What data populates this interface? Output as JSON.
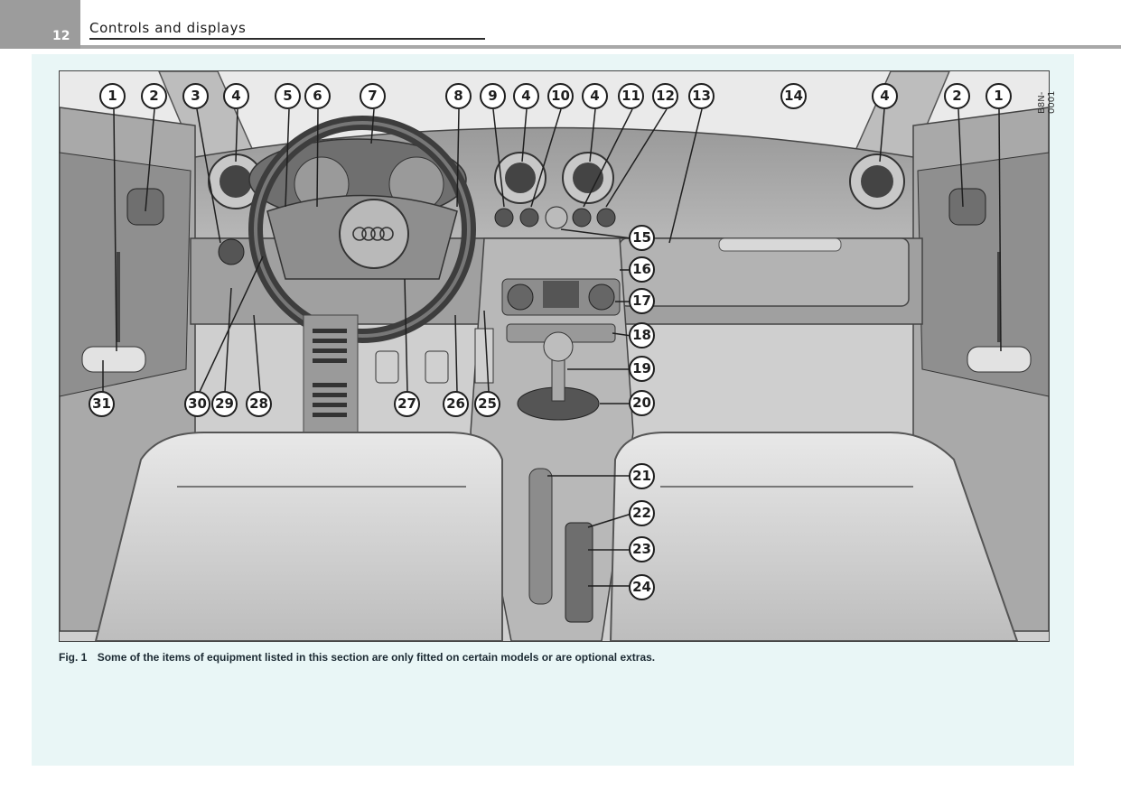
{
  "header": {
    "page_number": "12",
    "section_title": "Controls and displays"
  },
  "figure": {
    "code": "B8N-0001",
    "label": "Fig. 1",
    "caption": "Some of the items of equipment listed in this section are only fitted on certain models or are optional extras.",
    "callouts": {
      "c1_left": "1",
      "c2_left": "2",
      "c3": "3",
      "c4_a": "4",
      "c5": "5",
      "c6": "6",
      "c7": "7",
      "c8": "8",
      "c9": "9",
      "c4_b": "4",
      "c10": "10",
      "c4_c": "4",
      "c11": "11",
      "c12": "12",
      "c13": "13",
      "c14": "14",
      "c4_d": "4",
      "c2_right": "2",
      "c1_right": "1",
      "c15": "15",
      "c16": "16",
      "c17": "17",
      "c18": "18",
      "c19": "19",
      "c20": "20",
      "c21": "21",
      "c22": "22",
      "c23": "23",
      "c24": "24",
      "c31": "31",
      "c30": "30",
      "c29": "29",
      "c28": "28",
      "c27": "27",
      "c26": "26",
      "c25": "25"
    }
  },
  "colors": {
    "panel_background": "#e9f6f6",
    "header_tab": "#9c9c9c"
  }
}
